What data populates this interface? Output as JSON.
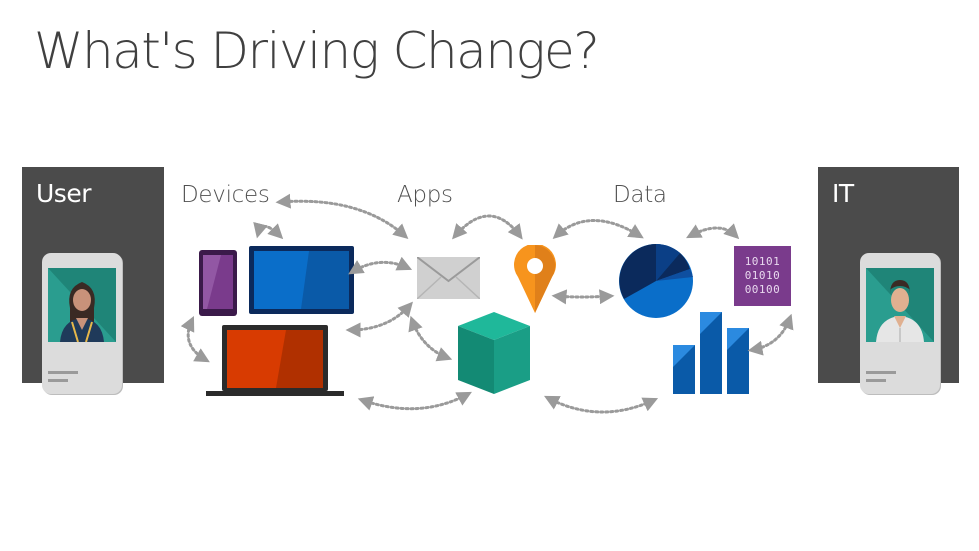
{
  "slide": {
    "title": "What's Driving Change?"
  },
  "panels": {
    "user": {
      "label": "User"
    },
    "it": {
      "label": "IT"
    }
  },
  "sections": {
    "devices": "Devices",
    "apps": "Apps",
    "data": "Data"
  },
  "binary_tile": {
    "row1": "10101",
    "row2": "01010",
    "row3": "00100"
  },
  "colors": {
    "panel": "#4b4b4b",
    "title": "#404040",
    "arrow": "#9a9a9a",
    "purple": "#7a3b8c",
    "blue": "#0a6ec9",
    "orange": "#d83b01",
    "teal": "#1a9e86",
    "map_pin": "#f7941d",
    "envelope": "#c8c8c8",
    "navy": "#0b2a5c"
  },
  "icons": [
    "phone-user-icon",
    "phone-it-icon",
    "tablet-icon",
    "monitor-icon",
    "laptop-icon",
    "envelope-icon",
    "map-pin-icon",
    "cube-icon",
    "pie-chart-icon",
    "binary-data-icon",
    "bar-chart-icon"
  ]
}
